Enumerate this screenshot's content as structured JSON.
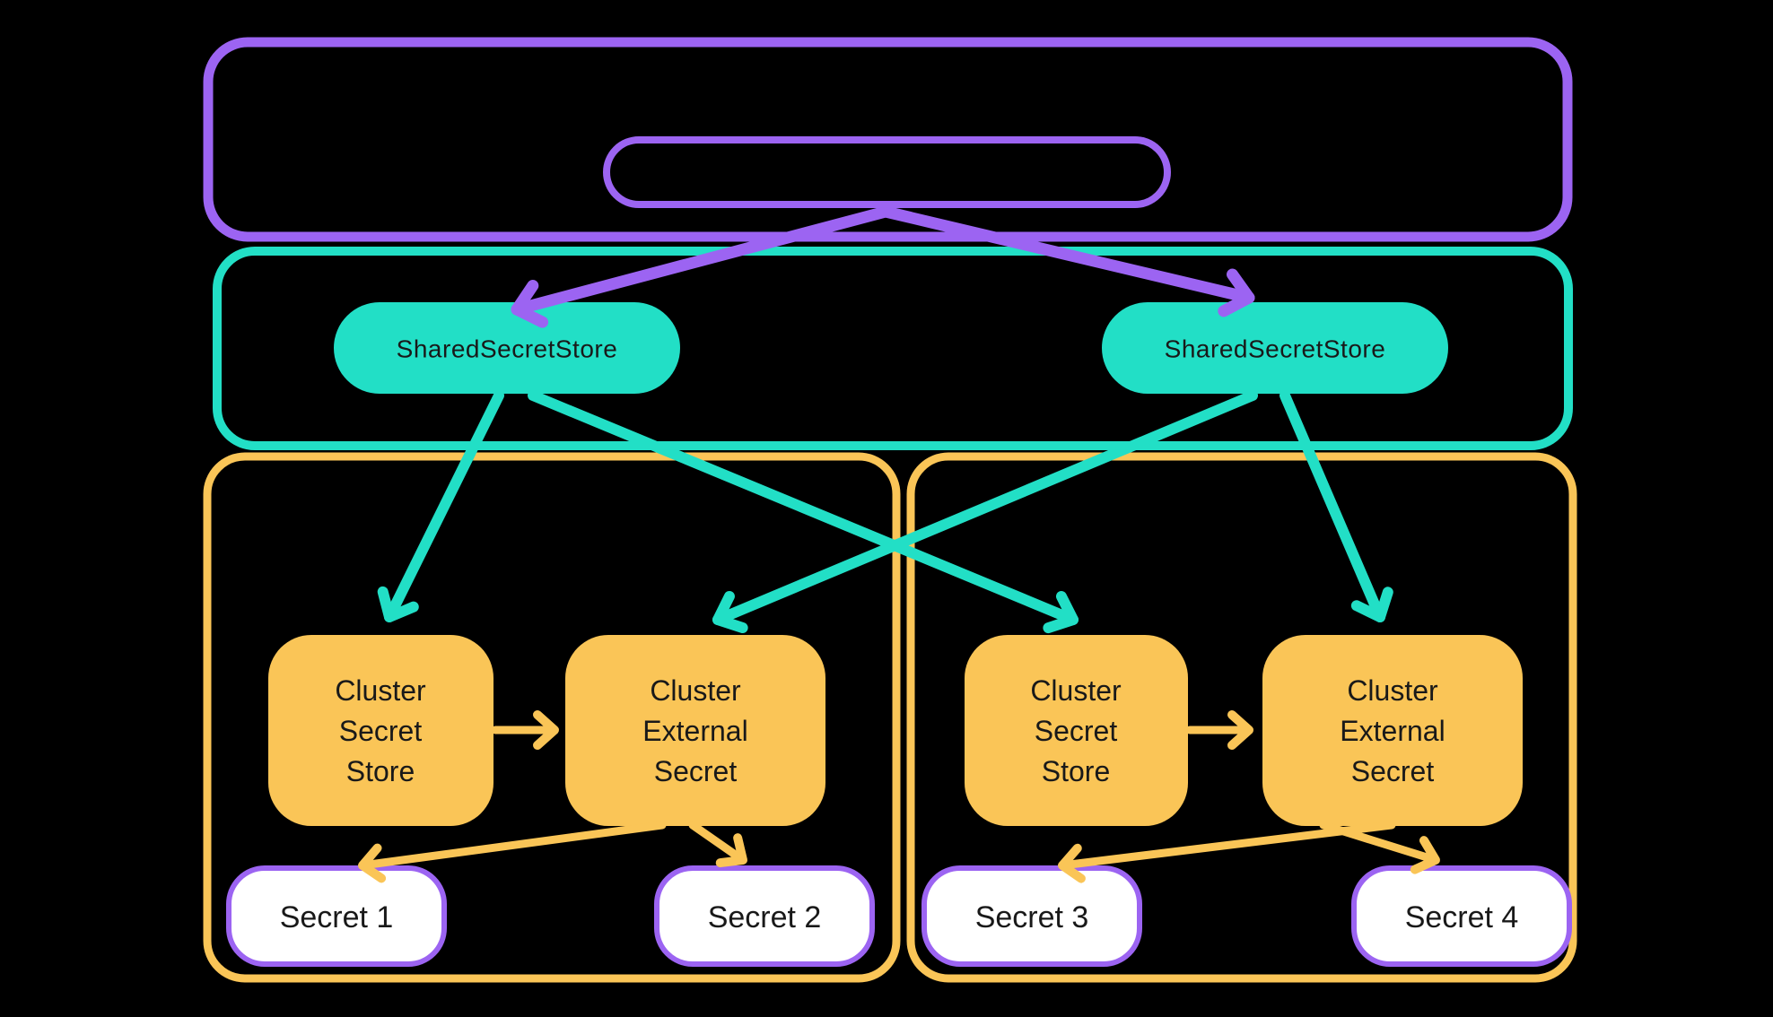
{
  "colors": {
    "purple": "#9C64F2",
    "teal": "#22DFC6",
    "yellow": "#FAC557",
    "white": "#FFFFFF",
    "text": "#191919",
    "background": "#000000"
  },
  "diagram": {
    "stores": [
      {
        "label": "SharedSecretStore"
      },
      {
        "label": "SharedSecretStore"
      }
    ],
    "clusters": [
      {
        "secret_store": {
          "line1": "Cluster",
          "line2": "Secret",
          "line3": "Store"
        },
        "external_secret": {
          "line1": "Cluster",
          "line2": "External",
          "line3": "Secret"
        },
        "secrets": [
          "Secret 1",
          "Secret 2"
        ]
      },
      {
        "secret_store": {
          "line1": "Cluster",
          "line2": "Secret",
          "line3": "Store"
        },
        "external_secret": {
          "line1": "Cluster",
          "line2": "External",
          "line3": "Secret"
        },
        "secrets": [
          "Secret 3",
          "Secret 4"
        ]
      }
    ]
  }
}
